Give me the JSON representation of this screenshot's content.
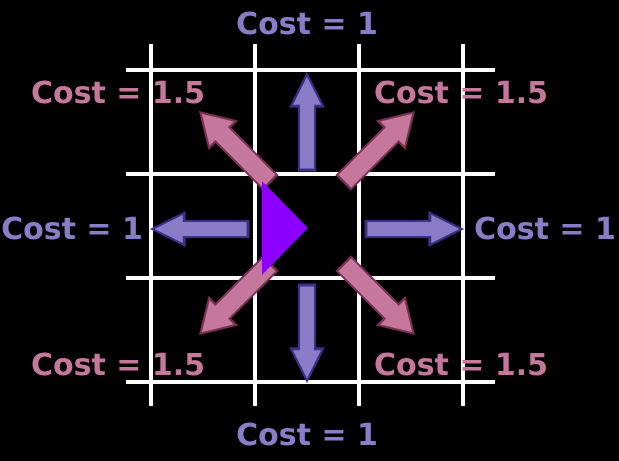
{
  "colors": {
    "background": "#000000",
    "grid": "#ffffff",
    "orthogonal": "#8a7cc6",
    "orthogonal_stroke": "#3c2f8a",
    "diagonal": "#c6789c",
    "diagonal_stroke": "#7a2f55",
    "agent": "#8c00ff"
  },
  "labels": {
    "north": "Cost = 1",
    "south": "Cost = 1",
    "west": "Cost = 1",
    "east": "Cost = 1",
    "north_west": "Cost = 1.5",
    "north_east": "Cost = 1.5",
    "south_west": "Cost = 1.5",
    "south_east": "Cost = 1.5"
  },
  "agent": {
    "icon": "agent-triangle-icon",
    "facing": "east"
  },
  "arrows": [
    {
      "direction": "north",
      "type": "orthogonal",
      "icon": "arrow-up-icon"
    },
    {
      "direction": "south",
      "type": "orthogonal",
      "icon": "arrow-down-icon"
    },
    {
      "direction": "west",
      "type": "orthogonal",
      "icon": "arrow-left-icon"
    },
    {
      "direction": "east",
      "type": "orthogonal",
      "icon": "arrow-right-icon"
    },
    {
      "direction": "north-west",
      "type": "diagonal",
      "icon": "arrow-up-left-icon"
    },
    {
      "direction": "north-east",
      "type": "diagonal",
      "icon": "arrow-up-right-icon"
    },
    {
      "direction": "south-west",
      "type": "diagonal",
      "icon": "arrow-down-left-icon"
    },
    {
      "direction": "south-east",
      "type": "diagonal",
      "icon": "arrow-down-right-icon"
    }
  ]
}
